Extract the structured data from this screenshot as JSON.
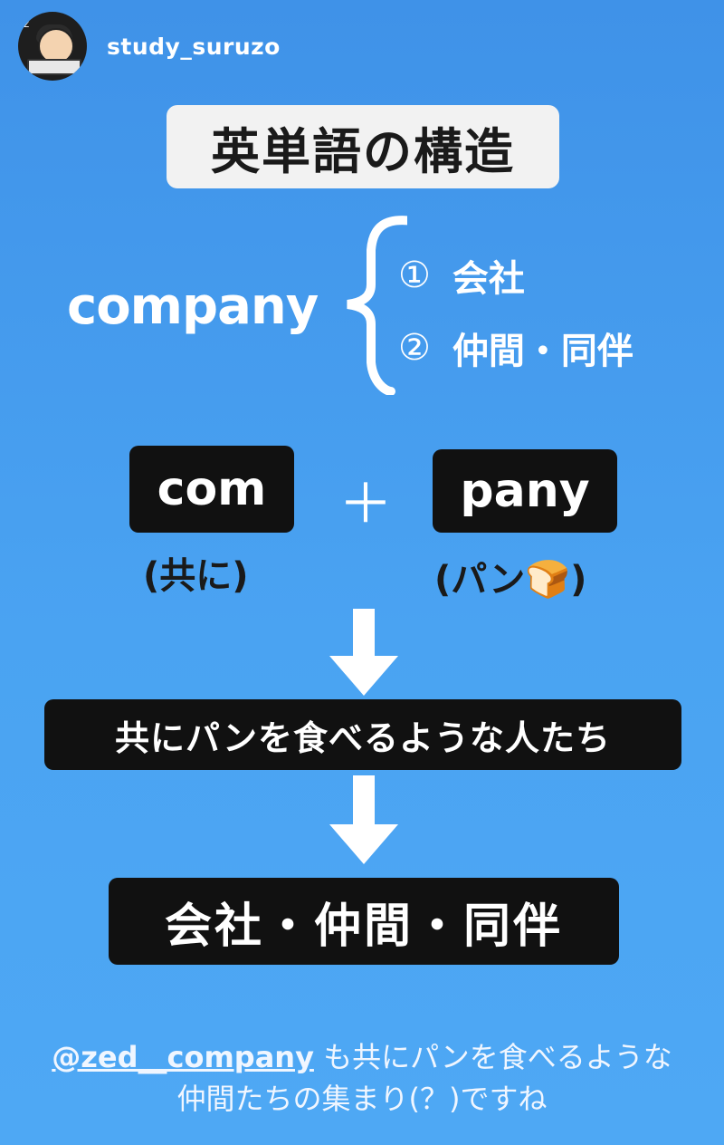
{
  "header": {
    "username": "study_suruzo",
    "avatar_icon": "sleeping-student-avatar"
  },
  "title": "英単語の構造",
  "word": "company",
  "meanings": [
    {
      "num": "①",
      "text": "会社"
    },
    {
      "num": "②",
      "text": "仲間・同伴"
    }
  ],
  "parts": {
    "com": {
      "label": "com",
      "gloss": "(共に)"
    },
    "plus": "＋",
    "pany": {
      "label": "pany",
      "gloss": "(パン🍞)"
    }
  },
  "phrase": "共にパンを食べるような人たち",
  "result": "会社・仲間・同伴",
  "footer": {
    "mention": "@zed__company",
    "line1_rest": "も共にパンを食べるような",
    "line2": "仲間たちの集まり(？)ですね"
  },
  "colors": {
    "background": "#4aa3f2",
    "box_dark": "#111111",
    "title_bg": "#f2f2f2"
  }
}
